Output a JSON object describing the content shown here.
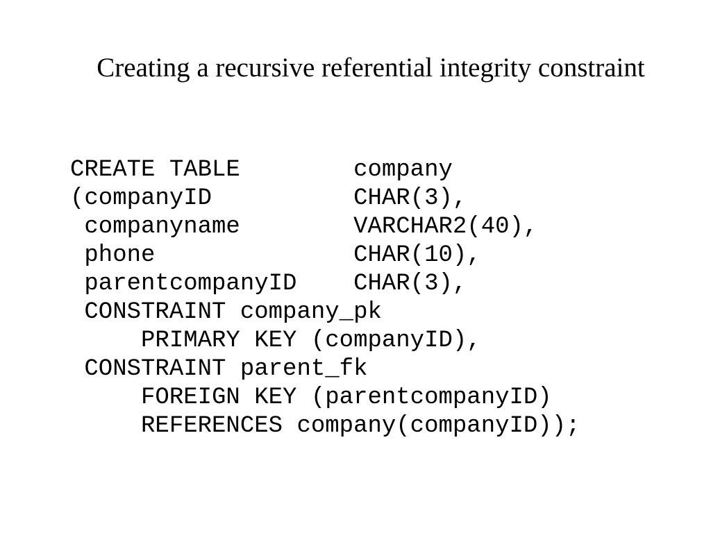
{
  "slide": {
    "title": "Creating a recursive referential integrity constraint",
    "code_lines": [
      "CREATE TABLE        company",
      "(companyID          CHAR(3),",
      " companyname        VARCHAR2(40),",
      " phone              CHAR(10),",
      " parentcompanyID    CHAR(3),",
      " CONSTRAINT company_pk",
      "     PRIMARY KEY (companyID),",
      " CONSTRAINT parent_fk",
      "     FOREIGN KEY (parentcompanyID)",
      "     REFERENCES company(companyID));"
    ],
    "colors": {
      "background": "#ffffff",
      "text": "#000000"
    }
  }
}
